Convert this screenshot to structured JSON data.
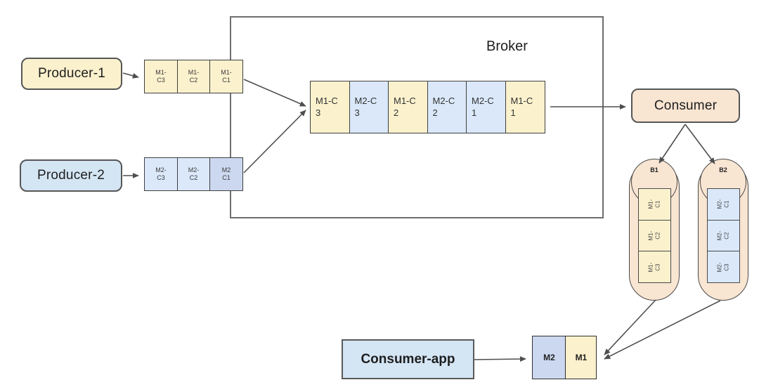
{
  "colors": {
    "cream": "#fbf1cd",
    "blue": "#dae8fa",
    "blue_selected": "#ccd8f0",
    "flat_blue": "#d4e5f4",
    "peach": "#f8e5d2",
    "line": "#4e4e4e"
  },
  "nodes": {
    "producer1": "Producer-1",
    "producer2": "Producer-2",
    "broker": "Broker",
    "consumer": "Consumer",
    "consumer_app": "Consumer-app"
  },
  "p1_queue": [
    {
      "l1": "M1-",
      "l2": "C3"
    },
    {
      "l1": "M1-",
      "l2": "C2"
    },
    {
      "l1": "M1-",
      "l2": "C1"
    }
  ],
  "p2_queue": [
    {
      "l1": "M2-",
      "l2": "C3"
    },
    {
      "l1": "M2-",
      "l2": "C2"
    },
    {
      "l1": "M2",
      "l2": "C1"
    }
  ],
  "broker_queue": [
    {
      "l1": "M1-C",
      "l2": "3"
    },
    {
      "l1": "M2-C",
      "l2": "3"
    },
    {
      "l1": "M1-C",
      "l2": "2"
    },
    {
      "l1": "M2-C",
      "l2": "2"
    },
    {
      "l1": "M2-C",
      "l2": "1"
    },
    {
      "l1": "M1-C",
      "l2": "1"
    }
  ],
  "buffer1": {
    "label": "B1",
    "messages": [
      {
        "l1": "M1-",
        "l2": "C1"
      },
      {
        "l1": "M1-",
        "l2": "C2"
      },
      {
        "l1": "M1-",
        "l2": "C3"
      }
    ]
  },
  "buffer2": {
    "label": "B2",
    "messages": [
      {
        "l1": "M2-",
        "l2": "C1"
      },
      {
        "l1": "M2-",
        "l2": "C2"
      },
      {
        "l1": "M2-",
        "l2": "C3"
      }
    ]
  },
  "received": [
    {
      "label": "M2"
    },
    {
      "label": "M1"
    }
  ]
}
